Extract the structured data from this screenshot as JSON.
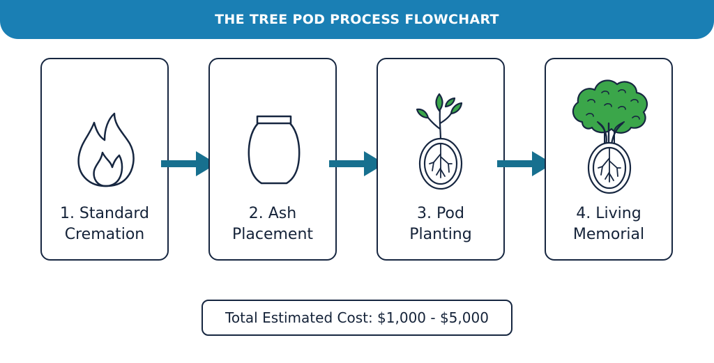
{
  "header": {
    "title": "THE TREE POD PROCESS FLOWCHART"
  },
  "colors": {
    "header_bg": "#1a7fb4",
    "arrow": "#17708f",
    "outline": "#162640",
    "leaf_green": "#3ba64a"
  },
  "steps": [
    {
      "line1": "1. Standard",
      "line2": "Cremation",
      "icon": "flame-icon"
    },
    {
      "line1": "2. Ash",
      "line2": "Placement",
      "icon": "urn-icon"
    },
    {
      "line1": "3. Pod",
      "line2": "Planting",
      "icon": "sprout-pod-icon"
    },
    {
      "line1": "4. Living",
      "line2": "Memorial",
      "icon": "tree-pod-icon"
    }
  ],
  "footer": {
    "cost": "Total Estimated Cost: $1,000 - $5,000"
  }
}
